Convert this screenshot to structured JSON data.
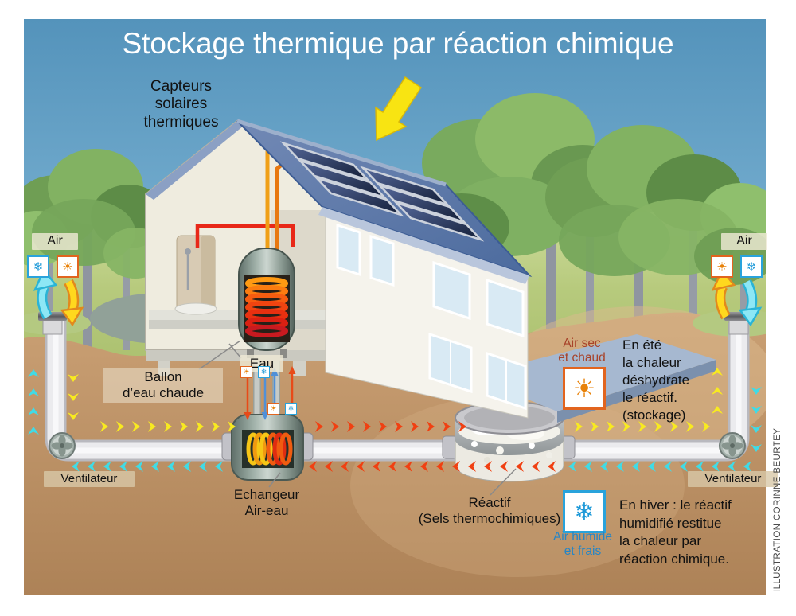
{
  "title": "Stockage thermique par réaction chimique",
  "house": {
    "capteurs_label": "Capteurs\nsolaires\nthermiques",
    "eau_label": "Eau",
    "ballon_label": "Ballon\nd’eau chaude"
  },
  "underground": {
    "echangeur_label": "Echangeur\nAir-eau",
    "reactif_label": "Réactif\n(Sels thermochimiques)",
    "ventilateur_left_label": "Ventilateur",
    "ventilateur_right_label": "Ventilateur"
  },
  "air_vents": {
    "left_label": "Air",
    "right_label": "Air"
  },
  "annotations": {
    "summer": {
      "air_label": "Air sec\net chaud",
      "text": "En été\nla chaleur\ndéshydrate\nle réactif.\n(stockage)"
    },
    "winter": {
      "air_label": "Air humide\net frais",
      "text": "En hiver : le réactif\nhumidifié restitue\nla chaleur par\nréaction chimique."
    }
  },
  "icons": {
    "sun": "☀",
    "snowflake": "❄"
  },
  "credit": "ILLUSTRATION CORINNE BEURTEY",
  "colors": {
    "summer_flow": "#f8ea20",
    "winter_flow": "#40dbe6",
    "hot_flow": "#f04012",
    "sun_orange": "#e8820a",
    "snow_blue": "#1b98d8",
    "summer_text": "#a8432a",
    "winter_text": "#2585c6"
  }
}
